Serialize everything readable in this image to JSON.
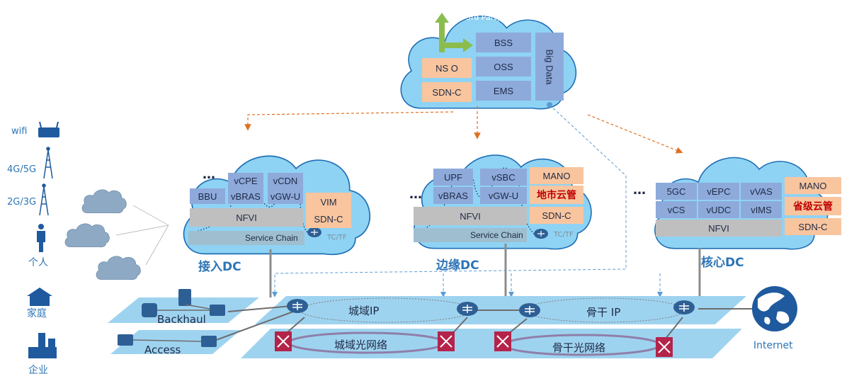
{
  "top_cloud": {
    "third_party": "3rd Party",
    "bss": "BSS",
    "oss": "OSS",
    "ems": "EMS",
    "nso": "NS O",
    "sdnc": "SDN-C",
    "big_data": "Big Data"
  },
  "access_dc": {
    "title": "接入DC",
    "dots": "…",
    "bbu": "BBU",
    "vcpe": "vCPE",
    "vcdn": "vCDN",
    "vbras": "vBRAS",
    "vgwu": "vGW-U",
    "nfvi": "NFVI",
    "vim": "VIM",
    "sdnc": "SDN-C",
    "service_chain": "Service Chain",
    "tctf": "TC/TF"
  },
  "edge_dc": {
    "title": "边缘DC",
    "dots": "…",
    "upf": "UPF",
    "vsbc": "vSBC",
    "vbras": "vBRAS",
    "vgwu": "vGW-U",
    "nfvi": "NFVI",
    "mano": "MANO",
    "city_cloud": "地市云管",
    "sdnc": "SDN-C",
    "service_chain": "Service Chain",
    "tctf": "TC/TF"
  },
  "core_dc": {
    "title": "核心DC",
    "dots": "…",
    "fivegc": "5GC",
    "vepc": "vEPC",
    "vvas": "vVAS",
    "vcs": "vCS",
    "vudc": "vUDC",
    "vims": "vIMS",
    "nfvi": "NFVI",
    "mano": "MANO",
    "province_cloud": "省级云管",
    "sdnc": "SDN-C"
  },
  "left_users": {
    "wifi": "wifi",
    "cellular_45": "4G/5G",
    "cellular_23": "2G/3G",
    "person": "个人",
    "home": "家庭",
    "enterprise": "企业"
  },
  "network": {
    "backhaul": "Backhaul",
    "access": "Access",
    "metro_ip": "城域IP",
    "backbone_ip": "骨干 IP",
    "metro_optical": "城域光网络",
    "backbone_optical": "骨干光网络",
    "internet": "Internet"
  },
  "colors": {
    "cloud_fill": "#8fd3f4",
    "cloud_stroke": "#1f6fb5",
    "vnf_blue": "#8eaadb",
    "mgmt_orange": "#f8c59f",
    "nfvi_gray": "#bfbfbf",
    "plane": "#9ed3f0",
    "dc_title": "#2e75b6",
    "highlight_red": "#c00000",
    "orange_arrow": "#e07020",
    "blue_dash": "#5b9bd5"
  }
}
